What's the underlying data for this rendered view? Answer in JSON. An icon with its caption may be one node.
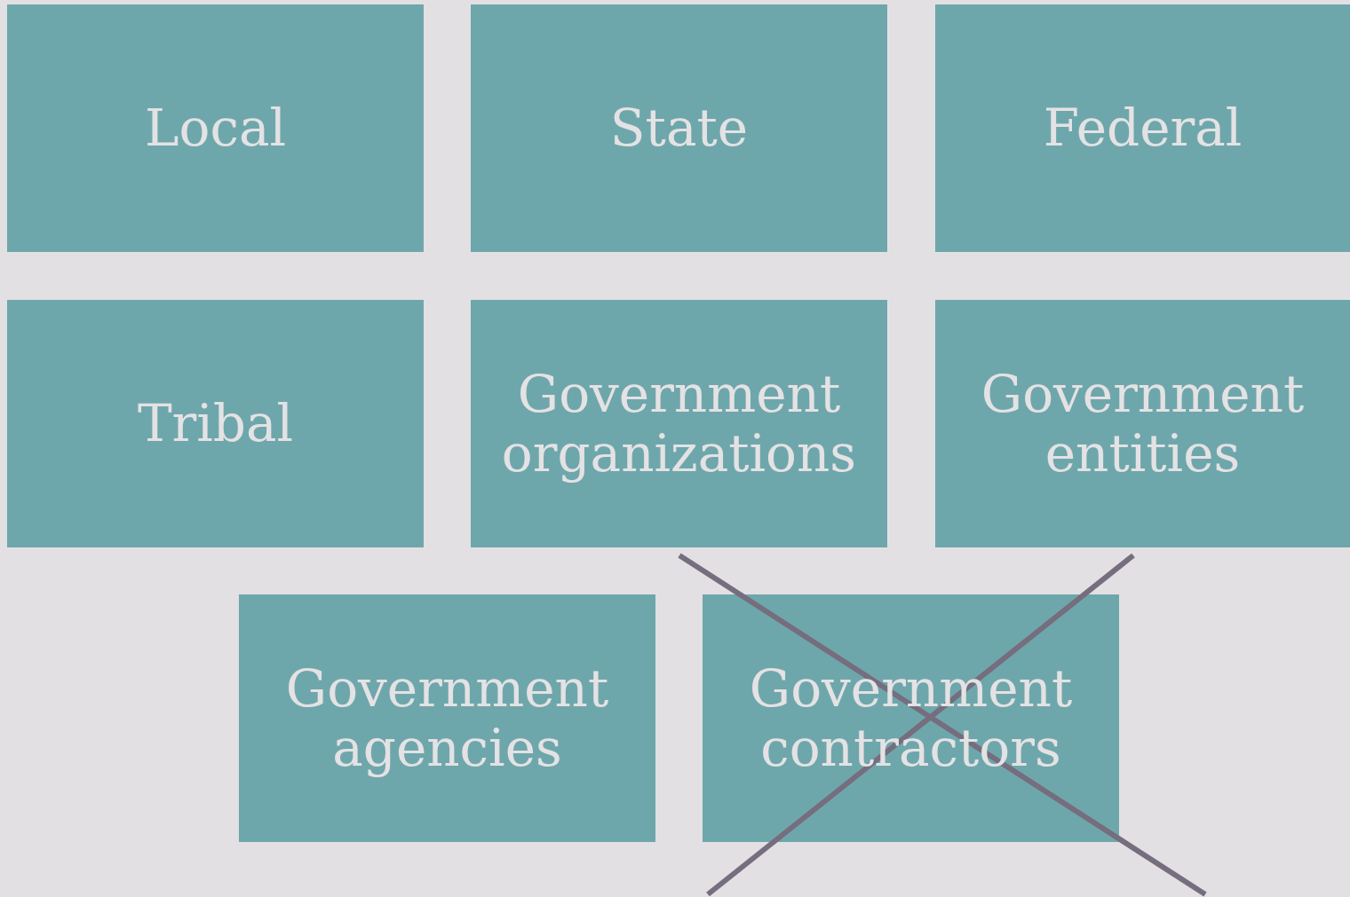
{
  "diagram": {
    "nodes": [
      {
        "text": [
          "Local"
        ]
      },
      {
        "text": [
          "State"
        ]
      },
      {
        "text": [
          "Federal"
        ]
      },
      {
        "text": [
          "Tribal"
        ]
      },
      {
        "text": [
          "Government organizations"
        ]
      },
      {
        "text": [
          "Government entities"
        ]
      },
      {
        "text": [
          "Government agencies"
        ]
      },
      {
        "text": [
          "Government contractors"
        ]
      }
    ]
  }
}
